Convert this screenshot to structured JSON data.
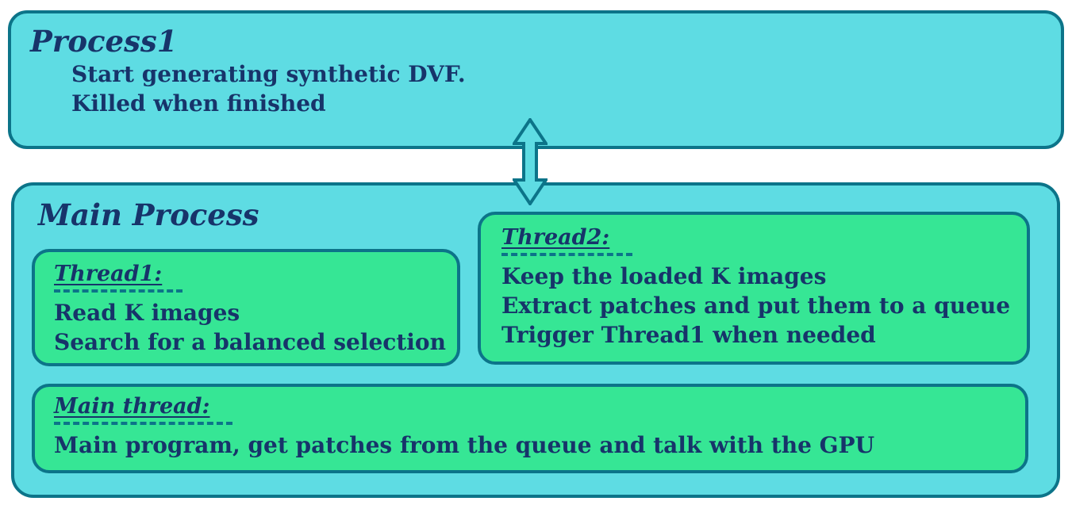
{
  "diagram": {
    "process1": {
      "title": "Process1",
      "lines": [
        "Start generating synthetic DVF.",
        "Killed when finished"
      ]
    },
    "main_process": {
      "title": "Main Process",
      "thread1": {
        "label": "Thread1:",
        "lines": [
          "Read K images",
          "Search for a balanced selection"
        ]
      },
      "thread2": {
        "label": "Thread2:",
        "lines": [
          "Keep the loaded K images",
          "Extract patches and put them to a queue",
          "Trigger Thread1 when needed"
        ]
      },
      "main_thread": {
        "label": "Main thread:",
        "lines": [
          "Main program, get patches from the queue and talk with the GPU"
        ]
      }
    },
    "arrow": {
      "type": "double-headed-vertical-arrow"
    },
    "colors": {
      "box_fill_cyan": "#5EDCE3",
      "box_fill_green": "#36E695",
      "border_teal": "#0C7489",
      "text_navy": "#17346A",
      "background": "#FFFFFF"
    }
  }
}
